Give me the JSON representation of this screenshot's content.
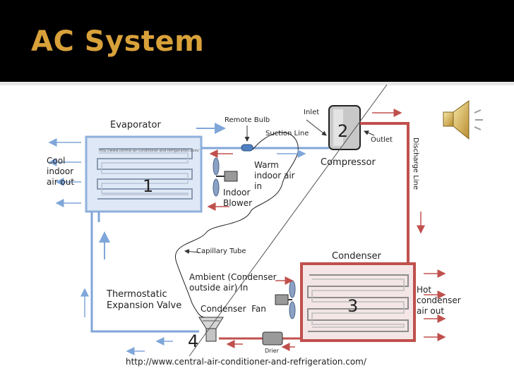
{
  "slide": {
    "title": "AC System"
  },
  "diagram": {
    "labels": {
      "evaporator": "Evaporator",
      "remote_bulb": "Remote Bulb",
      "inlet": "Inlet",
      "suction_line": "Suction Line",
      "outlet": "Outlet",
      "discharge_line": "Discharge Line",
      "compressor": "Compressor",
      "cool_indoor_air_out": "Cool\nindoor\nair out",
      "warm_indoor_air_in": "Warm\nindoor air\nin",
      "indoor_blower": "Indoor\nBlower",
      "capillary_tube": "Capillary Tube",
      "condenser": "Condenser",
      "ambient": "Ambient (Condenser\noutside air) In",
      "thermostatic_expansion_valve": "Thermostatic\nExpansion Valve",
      "condenser_fan": "Condenser  Fan",
      "hot_condenser_air_out": "Hot\ncondenser\nair out",
      "drier": "Drier",
      "source_url": "http://www.central-air-conditioner-and-refrigeration.com/",
      "watermark": "http://www.central-air-conditioner-and-refrigeration.com/"
    },
    "numbers": {
      "evaporator": "1",
      "compressor": "2",
      "condenser": "3",
      "valve": "4"
    }
  },
  "colors": {
    "title": "#d9a13a",
    "cool_line": "#7fa6d9",
    "hot_line": "#c0504d"
  },
  "icons": {
    "speaker": "speaker-sound-icon"
  }
}
